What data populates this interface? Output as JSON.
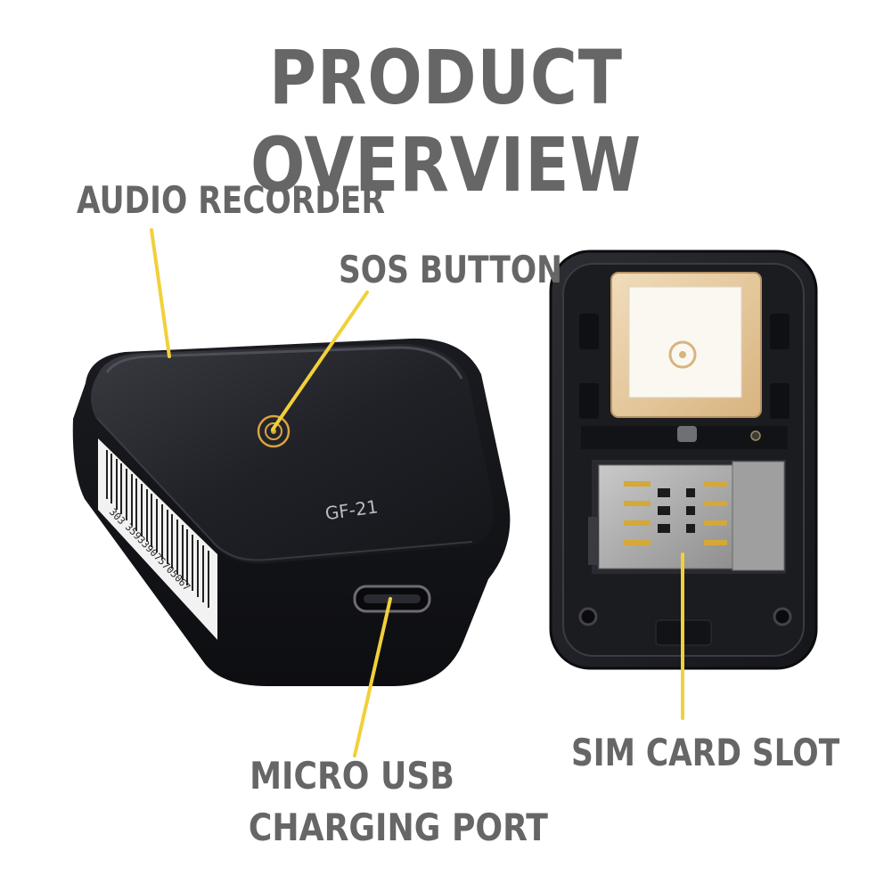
{
  "title": "PRODUCT OVERVIEW",
  "labels": {
    "audio_recorder": "AUDIO RECORDER",
    "sos_button": "SOS BUTTON",
    "micro_usb_line1": "MICRO USB",
    "micro_usb_line2": "CHARGING PORT",
    "sim_card_slot": "SIM CARD SLOT"
  },
  "device": {
    "model": "GF-21",
    "barcode_number": "359339075705067",
    "barcode_prefix": "303"
  },
  "colors": {
    "label_text": "#666666",
    "pointer_line": "#f2d03b",
    "device_body": "#1c1d22",
    "gps_antenna": "#e3c49a"
  }
}
